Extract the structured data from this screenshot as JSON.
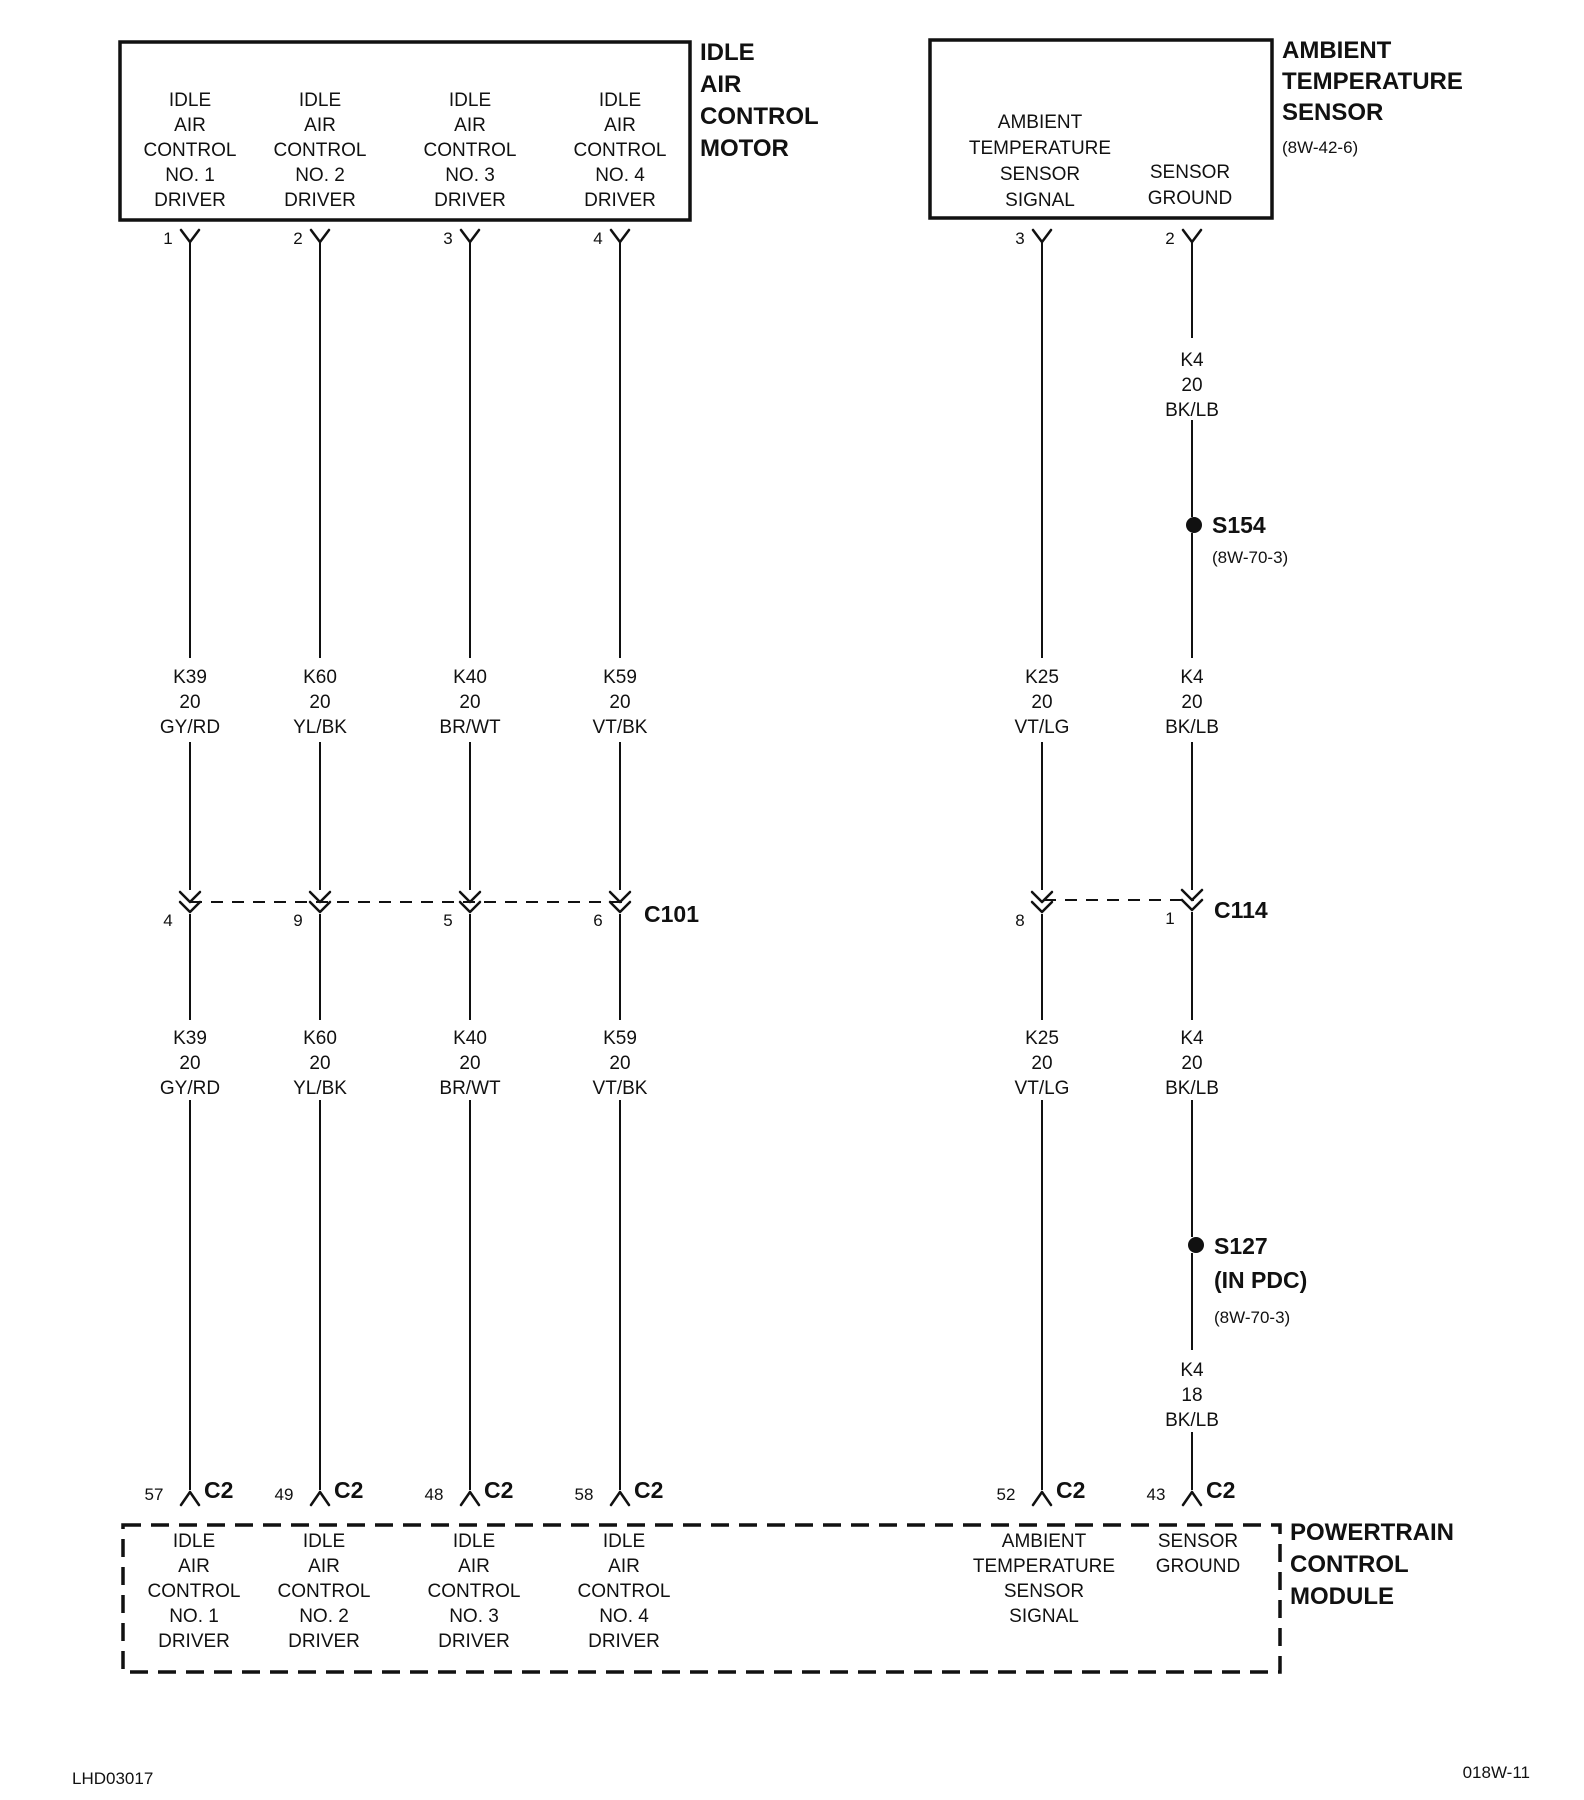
{
  "iac_motor": {
    "title": [
      "IDLE",
      "AIR",
      "CONTROL",
      "MOTOR"
    ],
    "pins": [
      {
        "pin": "1",
        "lines": [
          "IDLE",
          "AIR",
          "CONTROL",
          "NO. 1",
          "DRIVER"
        ]
      },
      {
        "pin": "2",
        "lines": [
          "IDLE",
          "AIR",
          "CONTROL",
          "NO. 2",
          "DRIVER"
        ]
      },
      {
        "pin": "3",
        "lines": [
          "IDLE",
          "AIR",
          "CONTROL",
          "NO. 3",
          "DRIVER"
        ]
      },
      {
        "pin": "4",
        "lines": [
          "IDLE",
          "AIR",
          "CONTROL",
          "NO. 4",
          "DRIVER"
        ]
      }
    ]
  },
  "ambient_sensor": {
    "title": [
      "AMBIENT",
      "TEMPERATURE",
      "SENSOR"
    ],
    "ref": "(8W-42-6)",
    "pins": [
      {
        "pin": "3",
        "lines": [
          "AMBIENT",
          "TEMPERATURE",
          "SENSOR",
          "SIGNAL"
        ]
      },
      {
        "pin": "2",
        "lines": [
          "SENSOR",
          "GROUND"
        ]
      }
    ]
  },
  "wires": [
    {
      "upper": [
        "K39",
        "20",
        "GY/RD"
      ],
      "lower": [
        "K39",
        "20",
        "GY/RD"
      ],
      "c_pin": "4",
      "pcm_pin": "57",
      "pcm_conn": "C2"
    },
    {
      "upper": [
        "K60",
        "20",
        "YL/BK"
      ],
      "lower": [
        "K60",
        "20",
        "YL/BK"
      ],
      "c_pin": "9",
      "pcm_pin": "49",
      "pcm_conn": "C2"
    },
    {
      "upper": [
        "K40",
        "20",
        "BR/WT"
      ],
      "lower": [
        "K40",
        "20",
        "BR/WT"
      ],
      "c_pin": "5",
      "pcm_pin": "48",
      "pcm_conn": "C2"
    },
    {
      "upper": [
        "K59",
        "20",
        "VT/BK"
      ],
      "lower": [
        "K59",
        "20",
        "VT/BK"
      ],
      "c_pin": "6",
      "pcm_pin": "58",
      "pcm_conn": "C2"
    },
    {
      "upper": [
        "K25",
        "20",
        "VT/LG"
      ],
      "lower": [
        "K25",
        "20",
        "VT/LG"
      ],
      "c_pin": "8",
      "pcm_pin": "52",
      "pcm_conn": "C2"
    },
    {
      "top": [
        "K4",
        "20",
        "BK/LB"
      ],
      "upper": [
        "K4",
        "20",
        "BK/LB"
      ],
      "lower": [
        "K4",
        "20",
        "BK/LB"
      ],
      "bottom": [
        "K4",
        "18",
        "BK/LB"
      ],
      "c_pin": "1",
      "pcm_pin": "43",
      "pcm_conn": "C2"
    }
  ],
  "connectors": {
    "c101": "C101",
    "c114": "C114"
  },
  "splices": {
    "s154": {
      "name": "S154",
      "ref": "(8W-70-3)"
    },
    "s127": {
      "name": "S127",
      "note": "(IN PDC)",
      "ref": "(8W-70-3)"
    }
  },
  "pcm": {
    "title": [
      "POWERTRAIN",
      "CONTROL",
      "MODULE"
    ],
    "pins": [
      {
        "lines": [
          "IDLE",
          "AIR",
          "CONTROL",
          "NO. 1",
          "DRIVER"
        ]
      },
      {
        "lines": [
          "IDLE",
          "AIR",
          "CONTROL",
          "NO. 2",
          "DRIVER"
        ]
      },
      {
        "lines": [
          "IDLE",
          "AIR",
          "CONTROL",
          "NO. 3",
          "DRIVER"
        ]
      },
      {
        "lines": [
          "IDLE",
          "AIR",
          "CONTROL",
          "NO. 4",
          "DRIVER"
        ]
      },
      {
        "lines": [
          "AMBIENT",
          "TEMPERATURE",
          "SENSOR",
          "SIGNAL"
        ]
      },
      {
        "lines": [
          "SENSOR",
          "GROUND"
        ]
      }
    ]
  },
  "footer": {
    "left": "LHD03017",
    "right": "018W-11"
  }
}
